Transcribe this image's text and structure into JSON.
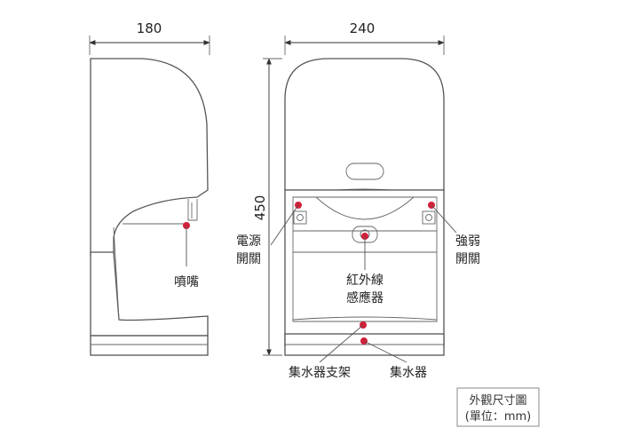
{
  "dimensions": {
    "width_side": "180",
    "width_front": "240",
    "height": "450"
  },
  "labels": {
    "nozzle": "噴嘴",
    "power_switch_1": "電源",
    "power_switch_2": "開關",
    "strength_switch_1": "強弱",
    "strength_switch_2": "開關",
    "ir_sensor_1": "紅外線",
    "ir_sensor_2": "感應器",
    "tray_bracket": "集水器支架",
    "tray": "集水器"
  },
  "legend": {
    "line1": "外觀尺寸圖",
    "line2": "(單位：mm)"
  },
  "colors": {
    "marker": "#d3203a",
    "outline": "#555555"
  }
}
